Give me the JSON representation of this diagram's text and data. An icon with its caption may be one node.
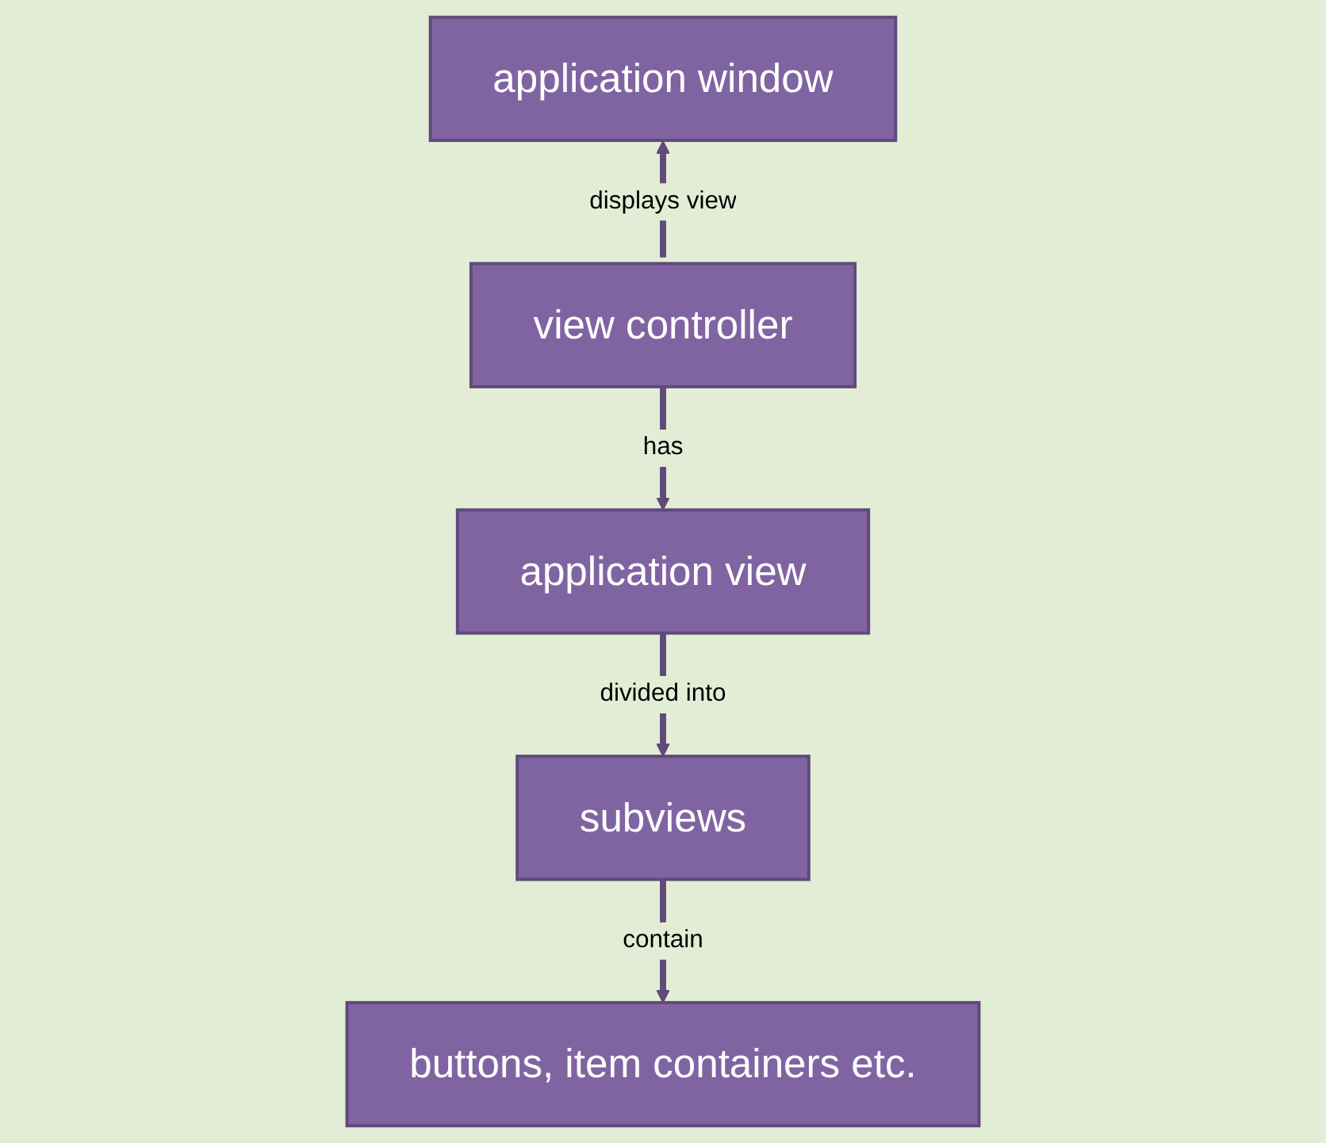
{
  "diagram": {
    "nodes": [
      {
        "text": [
          "application window"
        ]
      },
      {
        "text": [
          "view controller"
        ]
      },
      {
        "text": [
          "application view"
        ]
      },
      {
        "text": [
          "subviews"
        ]
      },
      {
        "text": [
          "buttons, item containers etc."
        ]
      }
    ],
    "edges": [
      {
        "from": 1,
        "to": 0,
        "arrow": "to",
        "label": "displays view"
      },
      {
        "from": 1,
        "to": 2,
        "arrow": "to",
        "label": "has"
      },
      {
        "from": 2,
        "to": 3,
        "arrow": "to",
        "label": "divided into"
      },
      {
        "from": 3,
        "to": 4,
        "arrow": "to",
        "label": "contain"
      }
    ]
  }
}
